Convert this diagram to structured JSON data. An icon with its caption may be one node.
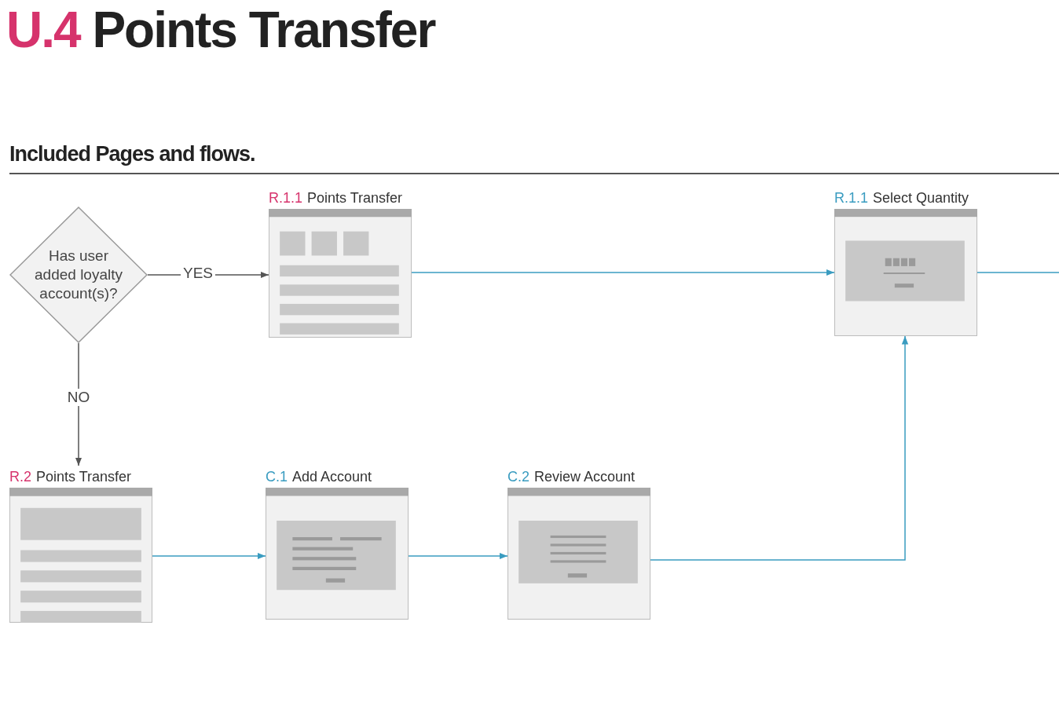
{
  "diagram": {
    "title": "U.4 Points Transfer",
    "nodes": [
      {
        "text": [
          "Has user added loyalty account(s)?"
        ]
      },
      {
        "text": [
          "R.1.1",
          "Points Transfer"
        ]
      },
      {
        "text": [
          "R.1.1",
          "Select Quantity"
        ]
      },
      {
        "text": [
          "R.2",
          "Points Transfer"
        ]
      },
      {
        "text": [
          "C.1",
          "Add Account"
        ]
      },
      {
        "text": [
          "C.2",
          "Review Account"
        ]
      }
    ],
    "edges": [
      {
        "from": 0,
        "to": 1,
        "arrow": "to",
        "label": "YES",
        "color": "#555555"
      },
      {
        "from": 0,
        "to": 3,
        "arrow": "to",
        "label": "NO",
        "color": "#555555"
      },
      {
        "from": 1,
        "to": 2,
        "arrow": "to"
      },
      {
        "from": 2,
        "to": null,
        "arrow": "none"
      },
      {
        "from": 3,
        "to": 4,
        "arrow": "to"
      },
      {
        "from": 4,
        "to": 5,
        "arrow": "to"
      },
      {
        "from": 5,
        "to": 2,
        "arrow": "to"
      }
    ],
    "labels": [
      "Included Pages and flows."
    ]
  }
}
